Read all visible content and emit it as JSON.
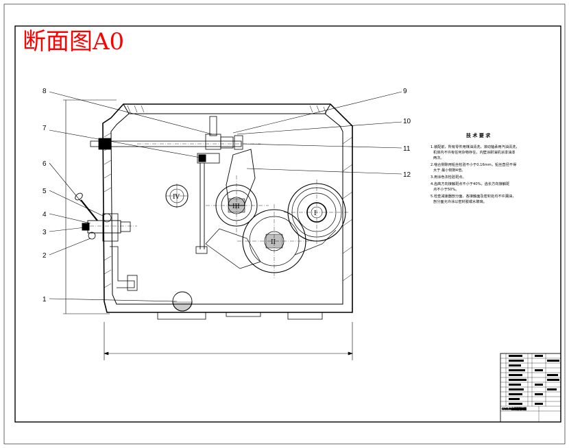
{
  "sheet_title": "断面图A0",
  "colors": {
    "title": "#ff0000",
    "line": "#000000",
    "paper": "#ffffff"
  },
  "callouts": [
    "1",
    "2",
    "3",
    "4",
    "5",
    "6",
    "7",
    "8",
    "9",
    "10",
    "11",
    "12"
  ],
  "shaft_labels": [
    "IV",
    "III",
    "II",
    "I"
  ],
  "notes": {
    "heading": "技 术 要 求",
    "items": [
      "1.装配前，所有零件用煤油清洗，滚动轴承用汽油清洗，",
      "机体内不许有任何杂物存在，内壁涂耐油机涂漆油漆",
      "两次。",
      "2.啮合侧隙用铅丝检验不小于0.16mm，铅丝直径不得",
      "大于 最小侧隙4倍。",
      "3.用涂色法检验斑点。",
      "4.齿高方向接触斑点不小于40%，齿长方向接触斑",
      "点不小于50%。",
      "5.检查减速器剖分面、各接触面及密封处均不许漏油，",
      "剖分面允许涂以密封胶或水玻璃。"
    ]
  },
  "title_block": {
    "caption": "CA6140主轴箱断面图"
  }
}
